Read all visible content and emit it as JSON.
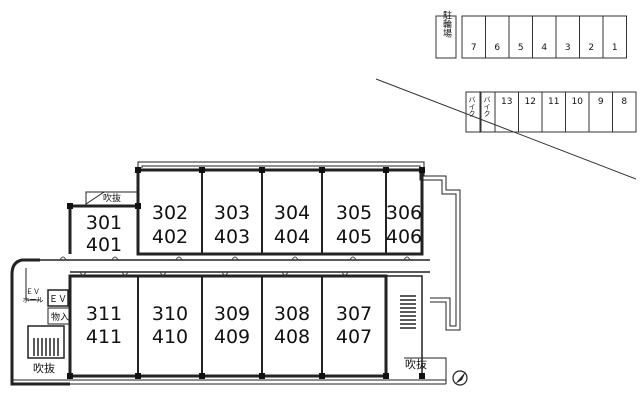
{
  "bicycle_parking": {
    "label": "駐輪場",
    "slots": [
      "7",
      "6",
      "5",
      "4",
      "3",
      "2",
      "1"
    ]
  },
  "bike_parking": {
    "bike_label_1": "バイク",
    "bike_label_2": "バイク",
    "slots": [
      "13",
      "12",
      "11",
      "10",
      "9",
      "8"
    ]
  },
  "units_top": [
    {
      "a": "302",
      "b": "402"
    },
    {
      "a": "303",
      "b": "403"
    },
    {
      "a": "304",
      "b": "404"
    },
    {
      "a": "305",
      "b": "405"
    },
    {
      "a": "306",
      "b": "406"
    }
  ],
  "unit_corner": {
    "a": "301",
    "b": "401"
  },
  "units_bottom": [
    {
      "a": "311",
      "b": "411"
    },
    {
      "a": "310",
      "b": "410"
    },
    {
      "a": "309",
      "b": "409"
    },
    {
      "a": "308",
      "b": "408"
    },
    {
      "a": "307",
      "b": "407"
    }
  ],
  "labels": {
    "void_top": "吹抜",
    "void_bottom_left": "吹抜",
    "void_bottom_right": "吹抜",
    "ev_hall_1": "ＥＶ",
    "ev_hall_2": "ホール",
    "ev": "ＥＶ",
    "storage": "物入"
  }
}
